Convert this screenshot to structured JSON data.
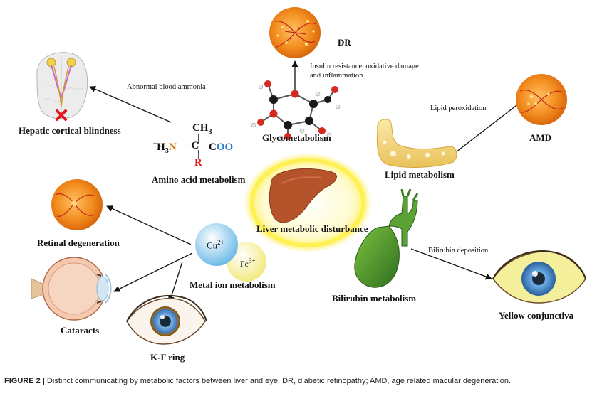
{
  "figure": {
    "center": "Liver metabolic disturbance",
    "nodes": {
      "glycometabolism": "Glycometabolism",
      "amino_acid": "Amino acid metabolism",
      "lipid": "Lipid metabolism",
      "metal_ion": "Metal ion metabolism",
      "bilirubin": "Bilirubin metabolism"
    },
    "outcomes": {
      "dr": "DR",
      "hepatic_cortical_blindness": "Hepatic cortical blindness",
      "amd": "AMD",
      "retinal_degeneration": "Retinal degeneration",
      "cataracts": "Cataracts",
      "kf_ring": "K-F ring",
      "yellow_conjunctiva": "Yellow conjunctiva"
    },
    "arrow_labels": {
      "dr_line1": "Insulin resistance, oxidative damage",
      "dr_line2": "and inflammation",
      "ammonia": "Abnormal blood ammonia",
      "lipid_peroxidation": "Lipid peroxidation",
      "bilirubin_deposition": "Bilirubin  deposition"
    },
    "ions": {
      "cu": "Cu",
      "cu_charge": "2+",
      "fe": "Fe",
      "fe_charge": "3+"
    },
    "formula": {
      "ch3": "CH",
      "ch3_sub": "3",
      "h3n_plus": "+",
      "h3": "H",
      "h3_sub": "3",
      "n": "N",
      "c_bond": "–C–",
      "coo": "COO",
      "coo_minus": "-",
      "r": "R",
      "dash": "–"
    }
  },
  "caption": {
    "label": "FIGURE 2 |",
    "text": " Distinct communicating by metabolic factors between liver and eye. DR, diabetic retinopathy; AMD, age related macular degeneration."
  },
  "colors": {
    "retina_orange": "#f28c1e",
    "vessel_red": "#c4281c",
    "liver": "#b5532a",
    "glow": "#fff27a",
    "gallbladder": "#3f8f2a",
    "lipid": "#f3d67a",
    "cu_ion": "#9fd2f2",
    "fe_ion": "#f7f2a4",
    "iris_blue": "#3f82c4",
    "n_orange": "#d9701a",
    "r_red": "#e0181f",
    "oo_blue": "#2a7fd4"
  }
}
